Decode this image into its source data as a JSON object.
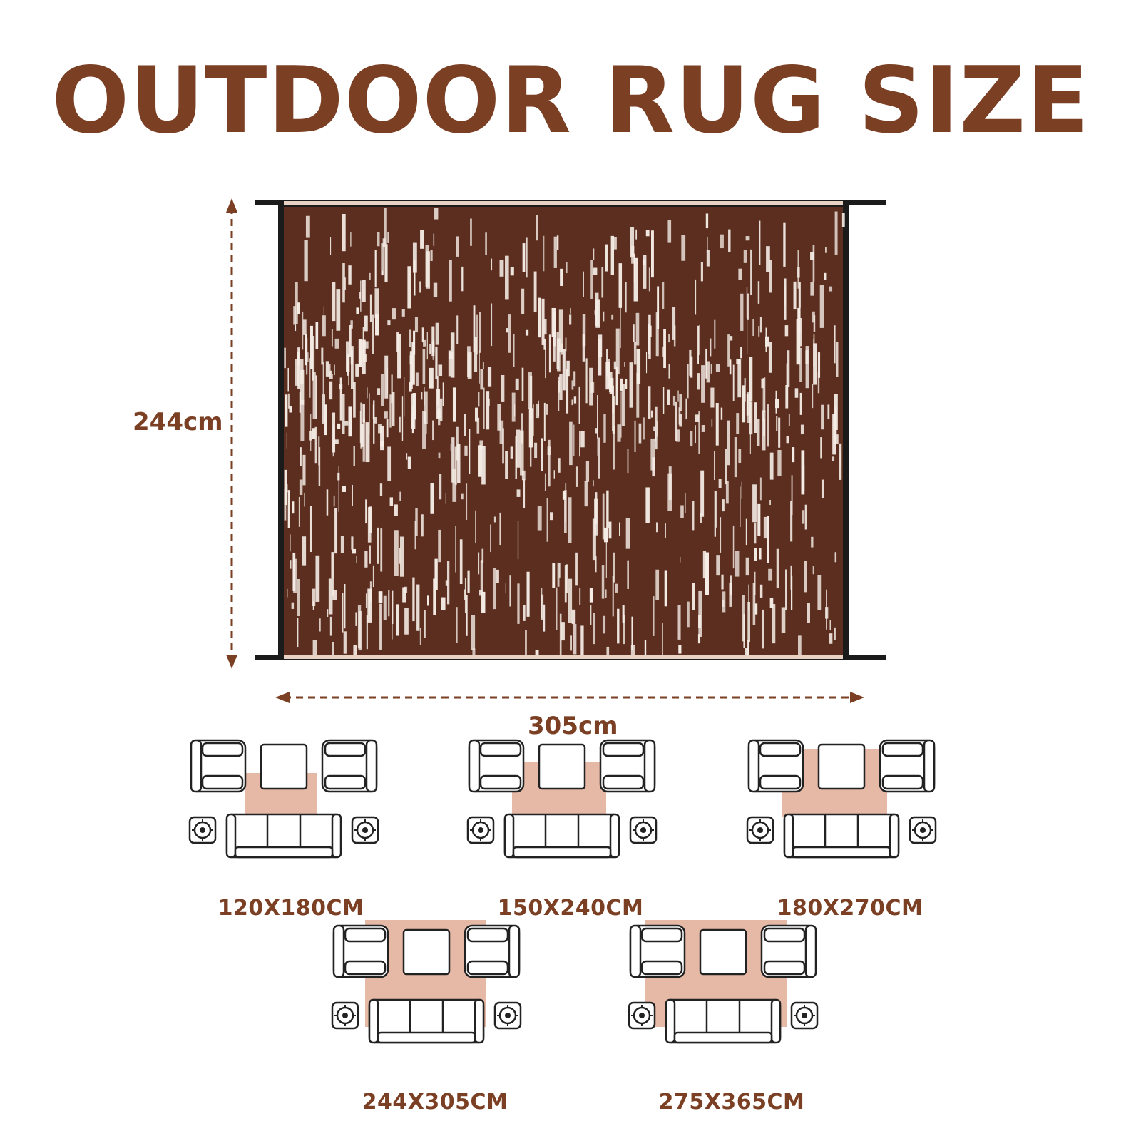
{
  "title": "OUTDOOR RUG SIZE",
  "rug": {
    "height_label": "244cm",
    "width_label": "305cm",
    "colors": {
      "brown": "#5b2e1f",
      "cream": "#f5ede6",
      "binding": "#1b1b1b"
    }
  },
  "accent_color": "#7b3f24",
  "rug_fill_color": "#e6b8a6",
  "layouts": [
    {
      "label": "120X180CM"
    },
    {
      "label": "150X240CM"
    },
    {
      "label": "180X270CM"
    },
    {
      "label": "244X305CM"
    },
    {
      "label": "275X365CM"
    }
  ]
}
